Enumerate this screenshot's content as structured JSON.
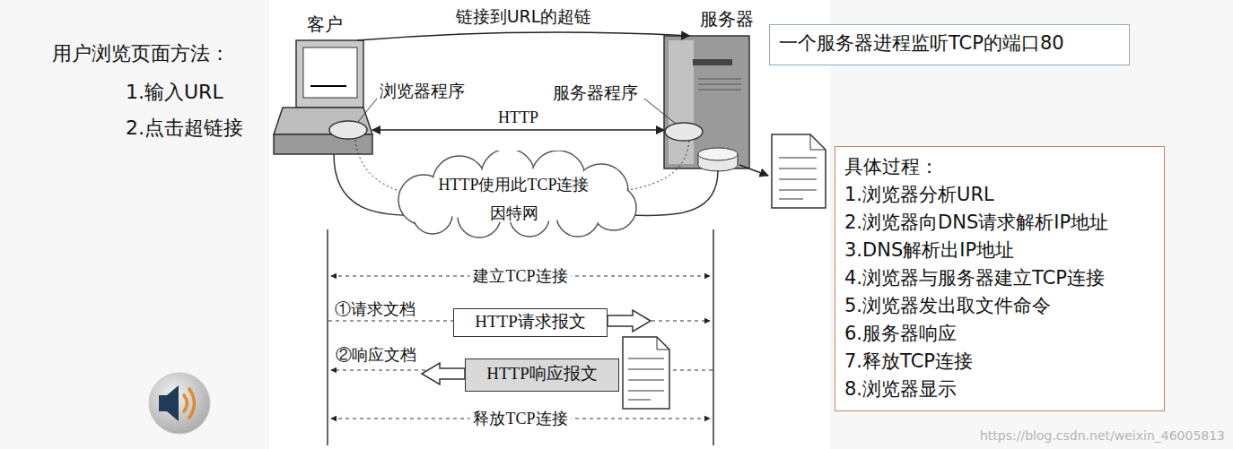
{
  "diagram": {
    "nodes": [
      {
        "text": [
          "客户"
        ]
      },
      {
        "text": [
          "服务器"
        ]
      },
      {
        "text": [
          "一个服务器进程监听TCP的端口80"
        ]
      },
      {
        "text": [
          "HTTP使用此TCP连接",
          "因特网"
        ]
      },
      {
        "text": [
          "HTTP请求报文"
        ]
      },
      {
        "text": [
          "HTTP响应报文"
        ]
      },
      {
        "text": [
          "具体过程：",
          "1.浏览器分析URL",
          "2.浏览器向DNS请求解析IP地址",
          "3.DNS解析出IP地址",
          "4.浏览器与服务器建立TCP连接",
          "5.浏览器发出取文件命令",
          "6.服务器响应",
          "7.释放TCP连接",
          "8.浏览器显示"
        ]
      }
    ],
    "edges": [
      {
        "from": 0,
        "to": 1,
        "label": "链接到URL的超链",
        "arrow": "to"
      },
      {
        "from": 0,
        "to": 1,
        "label": "HTTP",
        "arrow": "both"
      }
    ],
    "labels": [
      "用户浏览页面方法：",
      "1.输入URL",
      "2.点击超链接",
      "浏览器程序",
      "服务器程序",
      "建立TCP连接",
      "①请求文档",
      "②响应文档",
      "释放TCP连接",
      "https://blog.csdn.net/weixin_46005813"
    ]
  }
}
